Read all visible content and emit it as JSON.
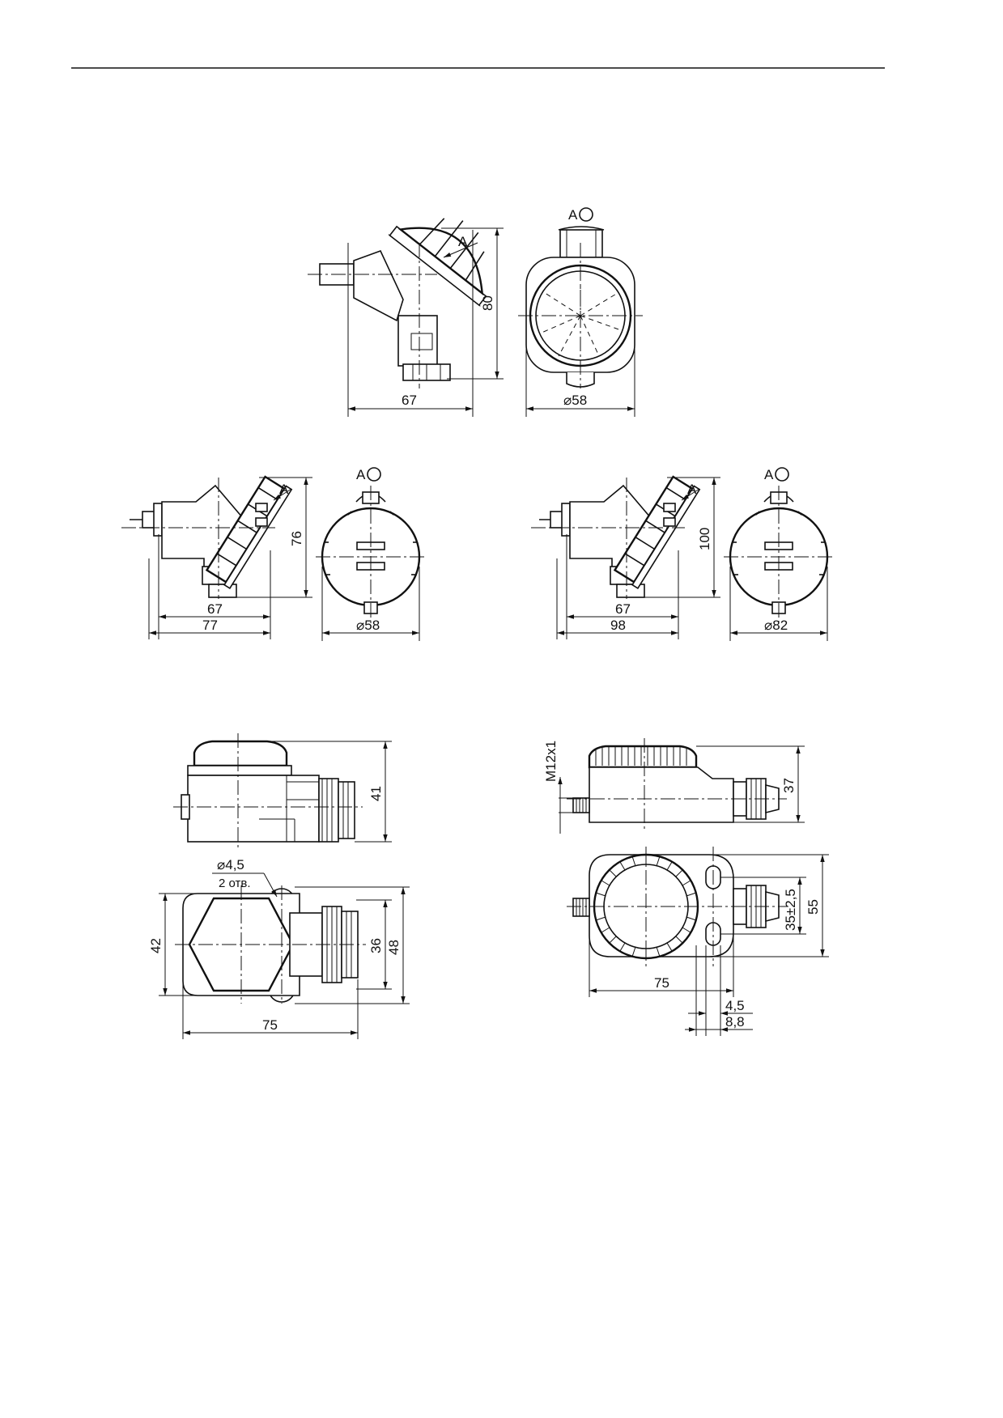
{
  "fig1": {
    "side": {
      "width": "67",
      "height": "80",
      "view_mark": "A"
    },
    "front": {
      "diameter": "⌀58",
      "view_label": "A"
    }
  },
  "fig2": {
    "side": {
      "inner_width": "67",
      "outer_width": "77",
      "height": "76",
      "view_mark": "A"
    },
    "front": {
      "diameter": "⌀58",
      "view_label": "A"
    }
  },
  "fig3": {
    "side": {
      "inner_width": "67",
      "outer_width": "98",
      "height": "100",
      "view_mark": "A"
    },
    "front": {
      "diameter": "⌀82",
      "view_label": "A"
    }
  },
  "fig4": {
    "side": {
      "height": "41"
    },
    "top": {
      "hole_dia": "⌀4,5",
      "hole_count": "2 отв.",
      "width": "42",
      "body_h": "36",
      "flange_h": "48",
      "length": "75"
    }
  },
  "fig5": {
    "side": {
      "thread": "M12x1",
      "height": "37"
    },
    "top": {
      "width": "75",
      "gland_dist": "35±2,5",
      "height": "55",
      "slot_w": "4,5",
      "slot_len": "8,8"
    }
  }
}
